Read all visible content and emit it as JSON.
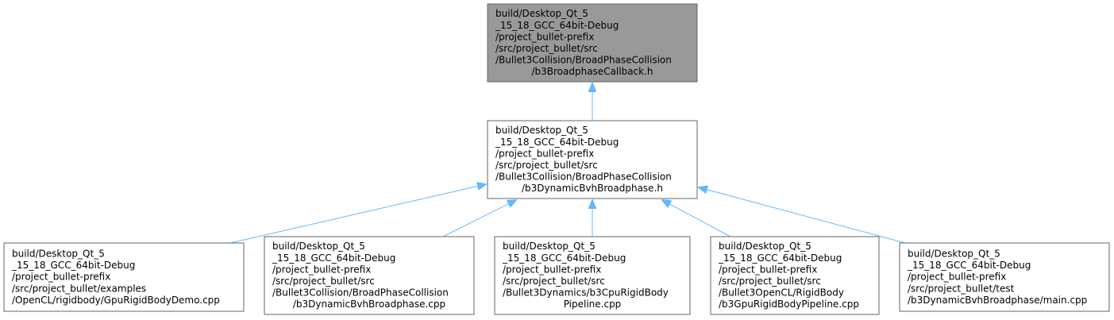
{
  "colors": {
    "root_fill": "#999999",
    "node_fill": "#ffffff",
    "border": "#666666",
    "edge": "#63b8ff"
  },
  "nodes": [
    {
      "id": "n0",
      "lines": [
        "build/Desktop_Qt_5",
        "_15_18_GCC_64bit-Debug",
        "/project_bullet-prefix",
        "/src/project_bullet/src",
        "/Bullet3Collision/BroadPhaseCollision",
        "/b3BroadphaseCallback.h"
      ],
      "align": [
        "left",
        "left",
        "left",
        "left",
        "left",
        "center"
      ],
      "highlighted": true
    },
    {
      "id": "n1",
      "lines": [
        "build/Desktop_Qt_5",
        "_15_18_GCC_64bit-Debug",
        "/project_bullet-prefix",
        "/src/project_bullet/src",
        "/Bullet3Collision/BroadPhaseCollision",
        "/b3DynamicBvhBroadphase.h"
      ],
      "align": [
        "left",
        "left",
        "left",
        "left",
        "left",
        "center"
      ],
      "highlighted": false
    },
    {
      "id": "n2",
      "lines": [
        "build/Desktop_Qt_5",
        "_15_18_GCC_64bit-Debug",
        "/project_bullet-prefix",
        "/src/project_bullet/examples",
        "/OpenCL/rigidbody/GpuRigidBodyDemo.cpp"
      ],
      "align": [
        "left",
        "left",
        "left",
        "left",
        "left"
      ],
      "highlighted": false
    },
    {
      "id": "n3",
      "lines": [
        "build/Desktop_Qt_5",
        "_15_18_GCC_64bit-Debug",
        "/project_bullet-prefix",
        "/src/project_bullet/src",
        "/Bullet3Collision/BroadPhaseCollision",
        "/b3DynamicBvhBroadphase.cpp"
      ],
      "align": [
        "left",
        "left",
        "left",
        "left",
        "left",
        "center"
      ],
      "highlighted": false
    },
    {
      "id": "n4",
      "lines": [
        "build/Desktop_Qt_5",
        "_15_18_GCC_64bit-Debug",
        "/project_bullet-prefix",
        "/src/project_bullet/src",
        "/Bullet3Dynamics/b3CpuRigidBody",
        "Pipeline.cpp"
      ],
      "align": [
        "left",
        "left",
        "left",
        "left",
        "left",
        "center"
      ],
      "highlighted": false
    },
    {
      "id": "n5",
      "lines": [
        "build/Desktop_Qt_5",
        "_15_18_GCC_64bit-Debug",
        "/project_bullet-prefix",
        "/src/project_bullet/src",
        "/Bullet3OpenCL/RigidBody",
        "/b3GpuRigidBodyPipeline.cpp"
      ],
      "align": [
        "left",
        "left",
        "left",
        "left",
        "left",
        "left"
      ],
      "highlighted": false
    },
    {
      "id": "n6",
      "lines": [
        "build/Desktop_Qt_5",
        "_15_18_GCC_64bit-Debug",
        "/project_bullet-prefix",
        "/src/project_bullet/test",
        "/b3DynamicBvhBroadphase/main.cpp"
      ],
      "align": [
        "left",
        "left",
        "left",
        "left",
        "left"
      ],
      "highlighted": false
    }
  ],
  "edges": [
    {
      "from": "n1",
      "to": "n0"
    },
    {
      "from": "n2",
      "to": "n1"
    },
    {
      "from": "n3",
      "to": "n1"
    },
    {
      "from": "n4",
      "to": "n1"
    },
    {
      "from": "n5",
      "to": "n1"
    },
    {
      "from": "n6",
      "to": "n1"
    }
  ]
}
